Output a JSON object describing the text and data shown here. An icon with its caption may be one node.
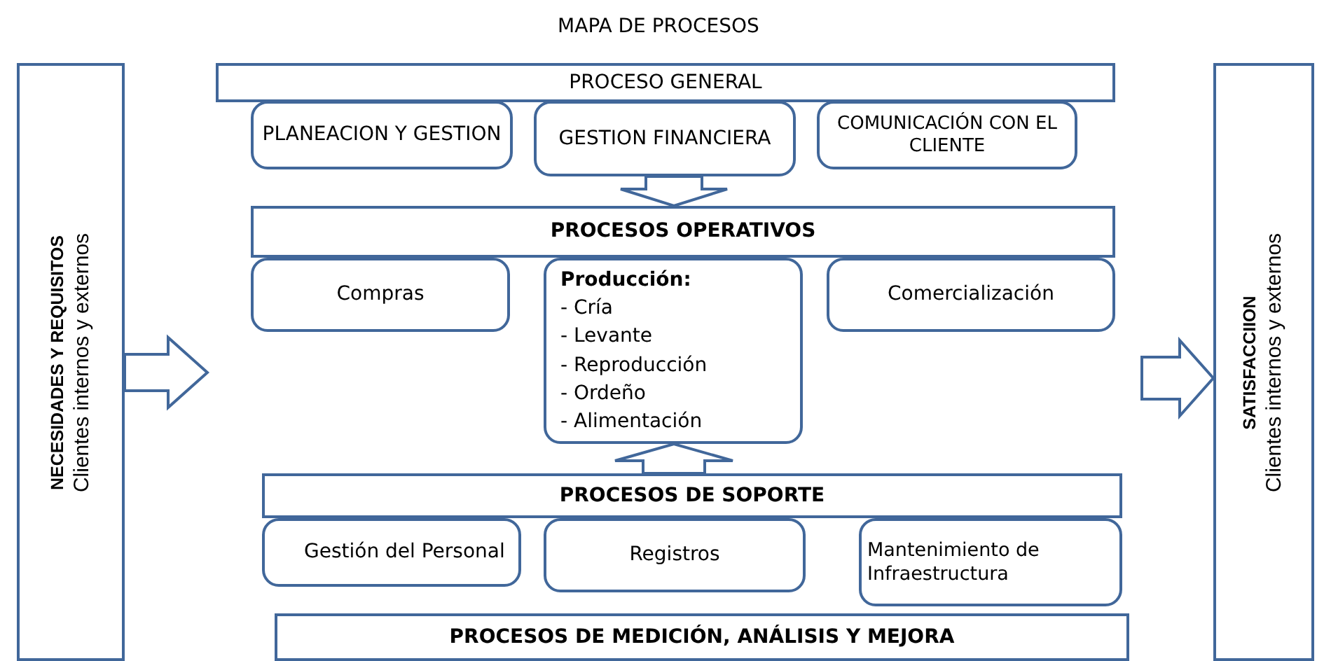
{
  "diagram": {
    "title": "MAPA DE PROCESOS",
    "nodes": [
      {
        "text": [
          "NECESIDADES Y REQUISITOS",
          "Clientes internos y externos"
        ]
      },
      {
        "text": [
          "SATISFACCIION",
          "Clientes internos y externos"
        ]
      },
      {
        "text": [
          "PROCESO GENERAL"
        ]
      },
      {
        "text": [
          "PLANEACION Y GESTION"
        ]
      },
      {
        "text": [
          "GESTION FINANCIERA"
        ]
      },
      {
        "text": [
          "COMUNICACIÓN CON EL CLIENTE"
        ]
      },
      {
        "text": [
          "PROCESOS OPERATIVOS"
        ]
      },
      {
        "text": [
          "Compras"
        ]
      },
      {
        "text": [
          "Producción:",
          "- Cría",
          "- Levante",
          "- Reproducción",
          "- Ordeño",
          "- Alimentación"
        ]
      },
      {
        "text": [
          "Comercialización"
        ]
      },
      {
        "text": [
          "PROCESOS DE SOPORTE"
        ]
      },
      {
        "text": [
          "Gestión del Personal"
        ]
      },
      {
        "text": [
          "Registros"
        ]
      },
      {
        "text": [
          "Mantenimiento de Infraestructura"
        ]
      },
      {
        "text": [
          "PROCESOS DE MEDICIÓN, ANÁLISIS Y MEJORA"
        ]
      }
    ],
    "edges": [
      {
        "from": 0,
        "to": null,
        "arrow": "to"
      },
      {
        "from": null,
        "to": 1,
        "arrow": "to"
      },
      {
        "from": 4,
        "to": 6,
        "arrow": "to"
      },
      {
        "from": 10,
        "to": 8,
        "arrow": "to"
      }
    ]
  }
}
